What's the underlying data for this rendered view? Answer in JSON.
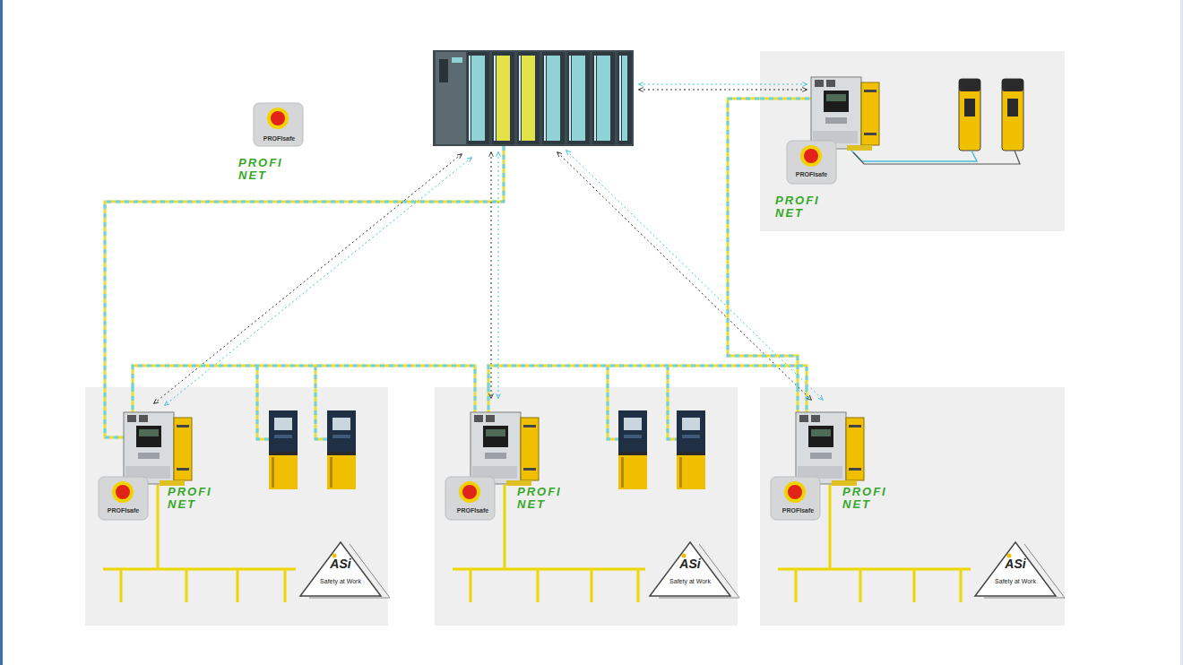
{
  "diagram": {
    "nodes": [
      {
        "text": [
          "PROFIsafe",
          "PROFI NET"
        ]
      },
      {
        "text": [
          "PROFIsafe",
          "PROFI NET",
          "ASi",
          "Safety at Work"
        ]
      },
      {
        "text": [
          "PROFIsafe",
          "PROFI NET",
          "ASi",
          "Safety at Work"
        ]
      },
      {
        "text": [
          "PROFIsafe",
          "PROFI NET",
          "ASi",
          "Safety at Work"
        ]
      }
    ],
    "edges": [
      {
        "from": 1,
        "to": 2,
        "arrow": "none"
      },
      {
        "from": 2,
        "to": 3,
        "arrow": "none"
      },
      {
        "from": 3,
        "to": 0,
        "arrow": "none"
      }
    ],
    "labels": [
      "PROFIsafe",
      "PROFI NET"
    ]
  }
}
